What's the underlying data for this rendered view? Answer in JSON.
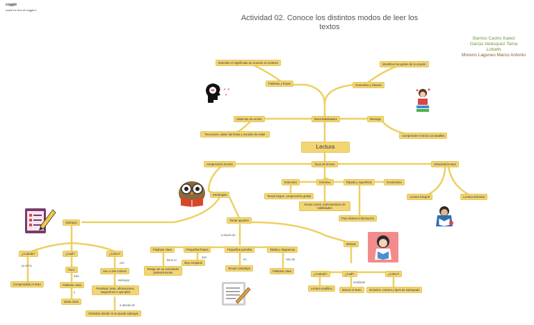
{
  "brand": {
    "name": "coggle",
    "tagline": "made for free at coggle.it"
  },
  "title": "Actividad 02. Conoce los distintos modos de leer los textos",
  "authors": [
    {
      "name": "Barrios Castro Kaled",
      "color": "#6a9a3a"
    },
    {
      "name": "Garcia Velásquez Tama",
      "color": "#6a9a3a"
    },
    {
      "name": "Lizbeth",
      "color": "#6a9a3a"
    },
    {
      "name": "Moreno Lagunes Marco Antonio",
      "color": "#8a5a2a"
    }
  ],
  "colors": {
    "node_fill": "#f2d675",
    "node_border": "#e6c455",
    "branch": "#edd060"
  },
  "icons": [
    "head-profile-icon",
    "girl-with-books-icon",
    "owl-reading-icon",
    "checklist-pencil-icon",
    "boy-reading-icon",
    "girl-reading-book-icon",
    "clipboard-pencil-icon"
  ],
  "nodes": {
    "center": "Lectura",
    "entender": "Entender el significado de acuerdo al contexto",
    "identificar": "Identificar las partes de la oración",
    "palabras_frases": "Palabras y frases",
    "gramatica": "Gramatica y sintaxis",
    "macrohabilidades": "Macrohabilidades",
    "sistemas_escritos": "Sistemas de escrito",
    "mensaje": "Mensaje",
    "reconocer": "Reconocer, saber las letras y sonidos de estas",
    "comprender_detalles": "Comprender el texto con detalles",
    "tipos": "Tipos de lectura",
    "comprension": "comprensión lectora",
    "velocidad": "Velocidad lectora",
    "extensivo": "Extensivo",
    "intensivo": "Intensivo",
    "rapida": "Rápida y superficial",
    "involuntaria": "Involuntaria",
    "textos_largos": "Textos largos, comprensión global",
    "textos_cortos": "Textos cortos, entrenamiento de habilidades",
    "obtener_info": "Para obtener información",
    "lectura_integral": "Lectura integral",
    "lectura_selectiva": "Lectura selectiva",
    "estrategias": "estrategias",
    "subrayar": "Subrayar",
    "tomar_apuntes": "Tomar apuntes",
    "metodo": "Método",
    "cuando1": "¿Cuándo?",
    "cual1": "¿Cuál?",
    "como1": "¿Cómo?",
    "comprendido": "Comprendido el texto",
    "poco": "Poco",
    "palabras_clave1": "Palabras clave",
    "ideas_clave": "Ideas clave",
    "uno_dos": "Uno o dos colores",
    "premisas": "Premisas, tesis, afirmaciones, negaciones o ejemplos",
    "simbolos": "Símbolos donde no se pueda subrayar",
    "palabras_clave2": "Palabras clave",
    "pequenas_frases": "Pequeñas frases",
    "pequenos_parrafos": "Pequeños parrafos",
    "tablas": "Tablas y diagramas",
    "riesgo": "Riesgo de no entenderlo posteriormente",
    "muy_completo": "Muy completo",
    "temas_complejos": "Temas complejos",
    "palabras_clave3": "Palabras clave",
    "cuando2": "¿Cuándo?",
    "cual2": "¿Cuál?",
    "como2": "¿Cómo?",
    "lectura_analitica": "Lectura analítica",
    "marcar_texto": "Marcar el texto",
    "simbolos2": "símbolos, colores y tipos de subrayado"
  },
  "edge_labels": {
    "ya_en_la": "ya en la",
    "solo": "solo",
    "y": "y",
    "con": "con",
    "subrayar": "subrayar",
    "ademas_de": "a demás de",
    "a_traves_de": "a través de",
    "tiene_el": "tiene el",
    "son": "Son",
    "uso_de": "Uso de",
    "en": "en",
    "mediante": "mediante"
  }
}
